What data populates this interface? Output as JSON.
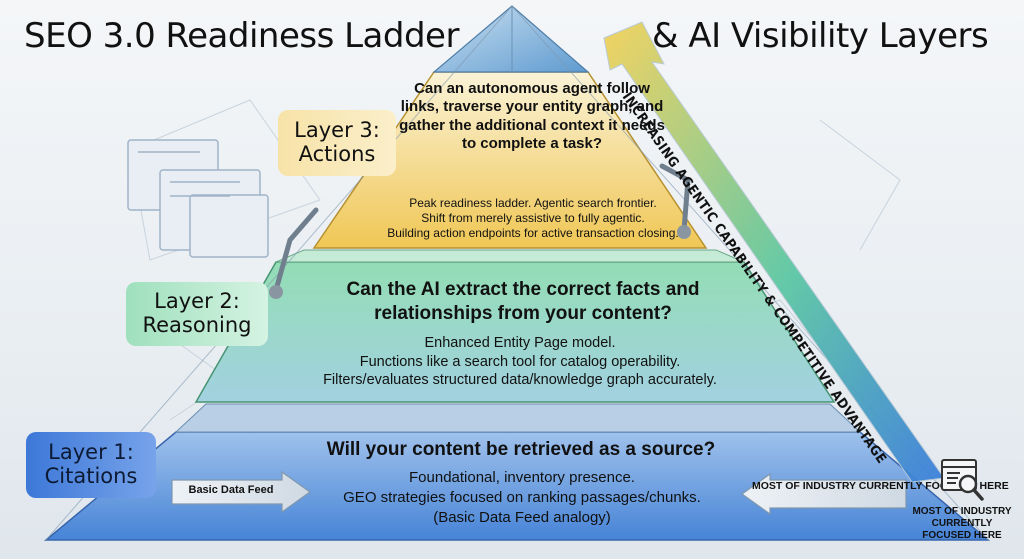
{
  "title": {
    "left": "SEO 3.0 Readiness Ladder",
    "right": "& AI Visibility Layers"
  },
  "layers": [
    {
      "label_line1": "Layer 3:",
      "label_line2": "Actions",
      "question": "Can an autonomous agent follow links, traverse your entity graph, and gather the additional context it needs to complete a task?",
      "details": [
        "Peak readiness ladder. Agentic search frontier.",
        "Shift from merely assistive to fully agentic.",
        "Building action endpoints for active transaction closing."
      ],
      "color": "#f2c24f"
    },
    {
      "label_line1": "Layer 2:",
      "label_line2": "Reasoning",
      "question": "Can the AI extract the correct facts and relationships from your content?",
      "details": [
        "Enhanced Entity Page model.",
        "Functions like a search tool for catalog operability.",
        "Filters/evaluates structured data/knowledge graph accurately."
      ],
      "color": "#5fc48f"
    },
    {
      "label_line1": "Layer 1:",
      "label_line2": "Citations",
      "question": "Will your content be retrieved as a source?",
      "details": [
        "Foundational, inventory presence.",
        "GEO strategies focused on ranking passages/chunks.",
        "(Basic Data Feed analogy)"
      ],
      "color": "#3d78d8"
    }
  ],
  "arrows": {
    "basic_feed": "Basic Data Feed",
    "industry_focus": "MOST OF INDUSTRY CURRENTLY FOCUSED HERE"
  },
  "side_arrow": {
    "text": "INCREASING AGENTIC CAPABILITY & COMPETITIVE ADVANTAGE"
  },
  "focus_callout": {
    "icon": "document-search-icon",
    "caption_line1": "MOST OF INDUSTRY",
    "caption_line2": "CURRENTLY",
    "caption_line3": "FOCUSED HERE"
  }
}
